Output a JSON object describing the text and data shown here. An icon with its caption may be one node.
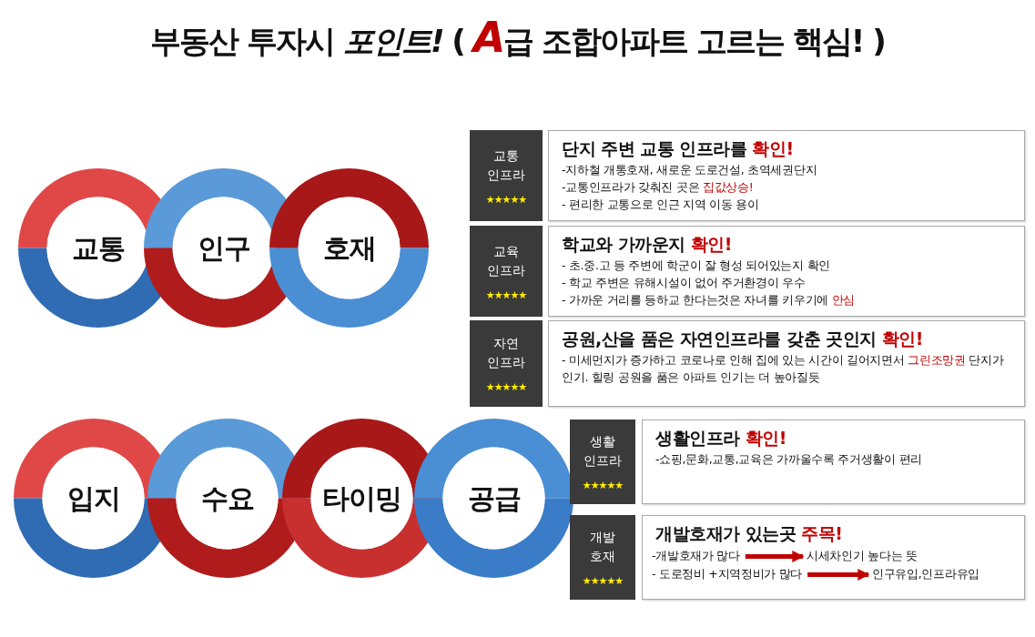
{
  "diagram": {
    "title": "부동산 투자시 *포인트!* ( **A**급 조합아파트 고르는 핵심! )",
    "nodes": [
      {
        "text": [
          "교통"
        ]
      },
      {
        "text": [
          "인구"
        ]
      },
      {
        "text": [
          "호재"
        ]
      },
      {
        "text": [
          "교통 인프라",
          "★★★★★"
        ]
      },
      {
        "text": [
          "단지 주변 교통 인프라를 **확인!**",
          "-지하철 개통호재, 새로운 도로건설, 초역세권단지",
          "-교통인프라가 갖춰진 곳은 **집값상승!**",
          "- 편리한 교통으로 인근 지역 이동 용이"
        ]
      },
      {
        "text": [
          "교육 인프라",
          "★★★★★"
        ]
      },
      {
        "text": [
          "학교와 가까운지 **확인!**",
          "- 초.중.고 등 주변에 학군이 잘 형성 되어있는지 확인",
          "- 학교 주변은 유해시설이 없어 주거환경이 우수",
          "- 가까운 거리를 등하교 한다는것은 자녀를 키우기에 **안심**"
        ]
      },
      {
        "text": [
          "자연 인프라",
          "★★★★★"
        ]
      },
      {
        "text": [
          "공원,산을 품은 자연인프라를 갖춘 곳인지 **확인!**",
          "- 미세먼지가 증가하고 코로나로 인해 집에 있는 시간이 길어지면서 **그린조망권** 단지가 인기.  힐링 공원을 품은 아파트 인기는 더 높아질듯"
        ]
      },
      {
        "text": [
          "입지"
        ]
      },
      {
        "text": [
          "수요"
        ]
      },
      {
        "text": [
          "타이밍"
        ]
      },
      {
        "text": [
          "공급"
        ]
      },
      {
        "text": [
          "생활 인프라",
          "★★★★★"
        ]
      },
      {
        "text": [
          "생활인프라 **확인!**",
          "-쇼핑,문화,교통,교육은 가까울수록 주거생활이 편리"
        ]
      },
      {
        "text": [
          "개발 호재",
          "★★★★★"
        ]
      },
      {
        "text": [
          "개발호재가 있는곳 **주목!**"
        ]
      },
      {
        "text": [
          "-개발호재가 많다"
        ],
        "in": 16
      },
      {
        "text": [
          "시세차인기 높다는 뜻"
        ],
        "in": 16
      },
      {
        "text": [
          "- 도로정비 +지역정비가 많다"
        ],
        "in": 16
      },
      {
        "text": [
          "인구유입,인프라유입"
        ],
        "in": 16
      }
    ],
    "edges": [
      {
        "from": 17,
        "to": 18,
        "arrow": "to",
        "color": "#c00000"
      },
      {
        "from": 19,
        "to": 20,
        "arrow": "to",
        "color": "#c00000"
      }
    ]
  }
}
